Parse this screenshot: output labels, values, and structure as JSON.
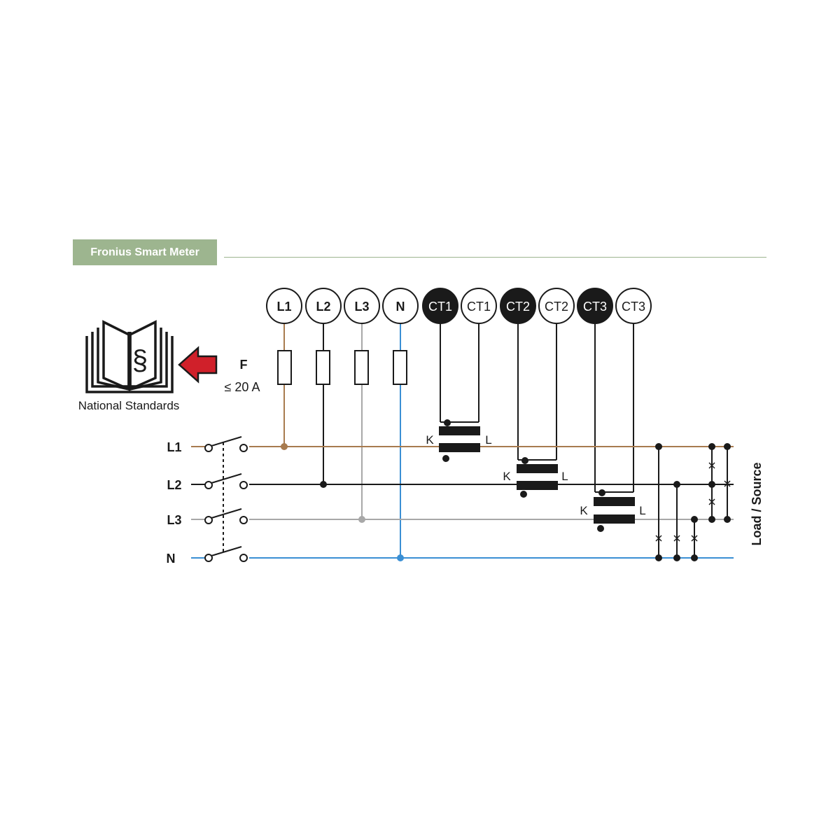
{
  "header": {
    "title": "Fronius Smart Meter"
  },
  "book": {
    "label": "National Standards",
    "symbol": "§",
    "icon": "open-book-icon",
    "arrow_icon": "red-arrow-icon"
  },
  "terminals": [
    {
      "label": "L1",
      "style": "outline"
    },
    {
      "label": "L2",
      "style": "outline"
    },
    {
      "label": "L3",
      "style": "outline"
    },
    {
      "label": "N",
      "style": "outline"
    },
    {
      "label": "CT1",
      "style": "filled"
    },
    {
      "label": "CT1",
      "style": "outline"
    },
    {
      "label": "CT2",
      "style": "filled"
    },
    {
      "label": "CT2",
      "style": "outline"
    },
    {
      "label": "CT3",
      "style": "filled"
    },
    {
      "label": "CT3",
      "style": "outline"
    }
  ],
  "fuse": {
    "label": "F",
    "rating": "≤ 20 A"
  },
  "lines": [
    {
      "label": "L1",
      "color": "#a87b4f"
    },
    {
      "label": "L2",
      "color": "#1a1a1a"
    },
    {
      "label": "L3",
      "color": "#a8a8a8"
    },
    {
      "label": "N",
      "color": "#3a8fd4"
    }
  ],
  "current_transformers": [
    {
      "k_label": "K",
      "l_label": "L"
    },
    {
      "k_label": "K",
      "l_label": "L"
    },
    {
      "k_label": "K",
      "l_label": "L"
    }
  ],
  "side_label": "Load / Source",
  "colors": {
    "header_bg": "#9db58f",
    "header_text": "#ffffff",
    "header_rule": "#9db58f",
    "arrow": "#d0202a",
    "ink": "#1a1a1a"
  }
}
